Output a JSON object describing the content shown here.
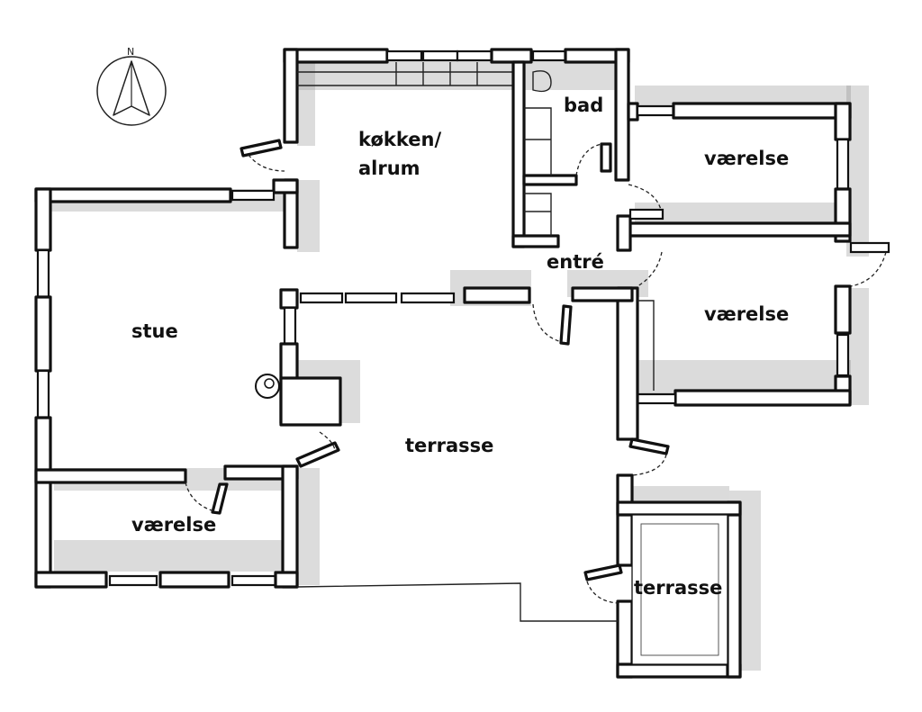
{
  "compass": {
    "label": "N"
  },
  "rooms": {
    "kitchen_line1": "køkken/",
    "kitchen_line2": "alrum",
    "bath": "bad",
    "bedroom_ne": "værelse",
    "bedroom_e": "værelse",
    "entrance": "entré",
    "living": "stue",
    "bedroom_sw": "værelse",
    "terrace_main": "terrasse",
    "terrace_small": "terrasse"
  }
}
